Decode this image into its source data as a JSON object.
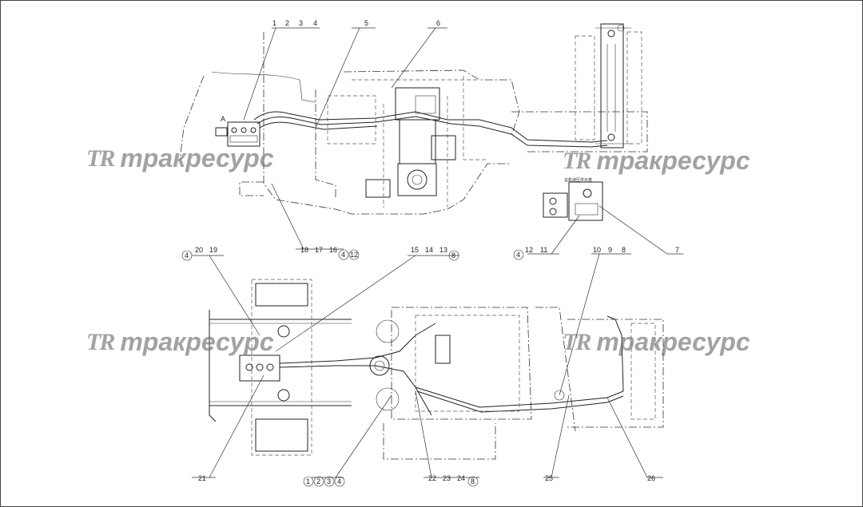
{
  "watermark": {
    "logo": "TR",
    "text": "тракресурс"
  },
  "small_caption": "总机液压件示意",
  "view_marker": "A",
  "top_callouts": {
    "group_1234": [
      "1",
      "2",
      "3",
      "4"
    ],
    "c5": "5",
    "c6": "6",
    "c7": "7",
    "group_18": [
      "18",
      "17",
      "16",
      "4",
      "12"
    ],
    "group_4_12_11": [
      "4",
      "12",
      "11"
    ],
    "group_10_9_8": [
      "10",
      "9",
      "8"
    ]
  },
  "bottom_callouts": {
    "group_4_20_19": [
      "4",
      "20",
      "19"
    ],
    "group_15_14_13_8": [
      "15",
      "14",
      "13",
      "8"
    ],
    "c21": "21",
    "group_1234": [
      "1",
      "2",
      "3",
      "4"
    ],
    "group_22_23_24_8": [
      "22",
      "23",
      "24",
      "8"
    ],
    "c25": "25",
    "c26": "26"
  }
}
